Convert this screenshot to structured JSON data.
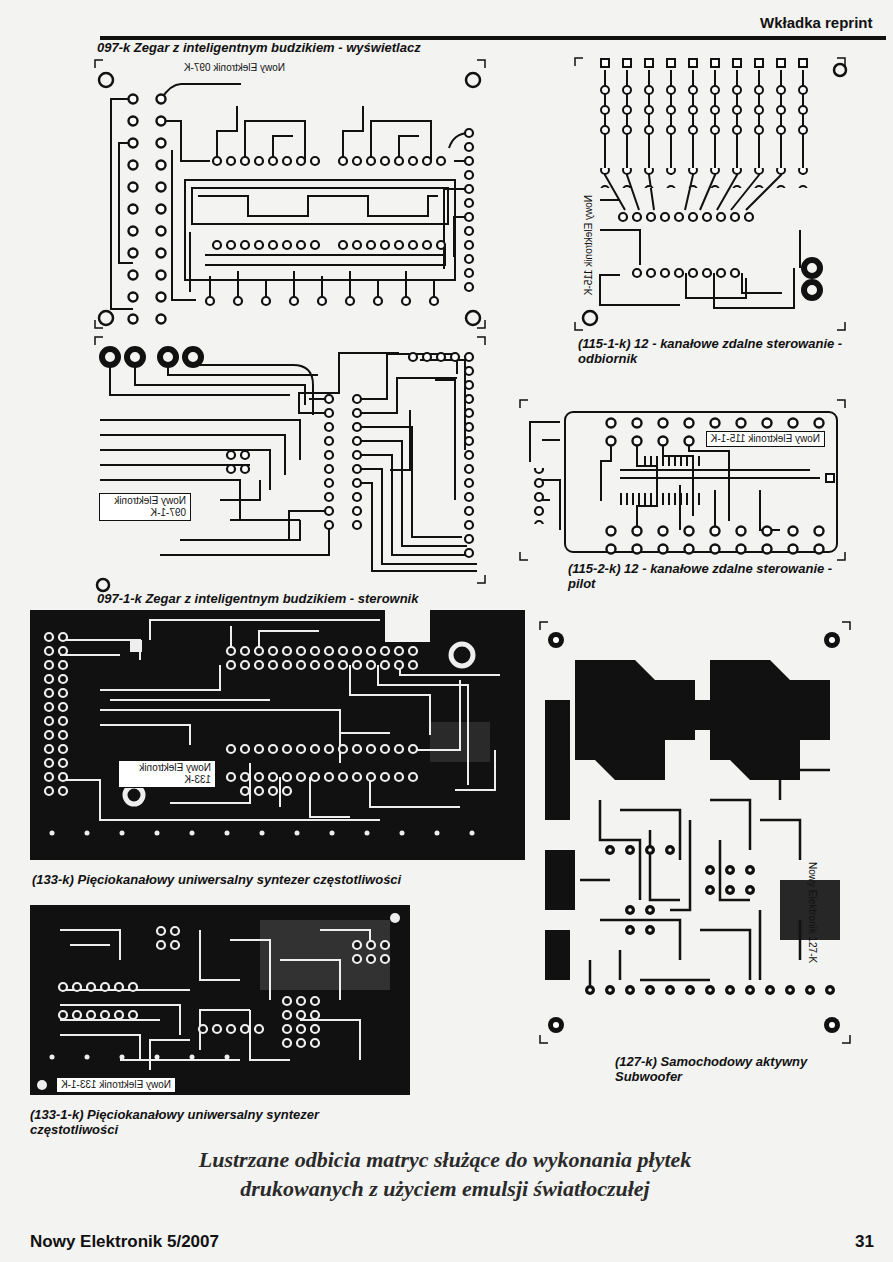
{
  "diagram": {
    "caption": "Lustrzane odbicia matryc służące do wykonania płytek drukowanych z użyciem emulsji światłoczułej",
    "labels": [
      "Wkładka reprint",
      "097-k Zegar z inteligentnym budzikiem - wyświetlacz",
      "Nowy Elektronik 097-K",
      "(115-1-k) 12 - kanałowe zdalne sterowanie - odbiornik",
      "Nowy Elektronik 115-K",
      "Nowy Elektronik 097-1-K",
      "097-1-k Zegar z inteligentnym budzikiem - sterownik",
      "Nowy Elektronik 115-1-K",
      "(115-2-k) 12 - kanałowe zdalne sterowanie - pilot",
      "Nowy Elektronik 133-K",
      "(133-k) Pięciokanałowy uniwersalny syntezer częstotliwości",
      "Nowy Elektronik 127-K",
      "(127-k) Samochodowy aktywny Subwoofer",
      "Nowy Elektronik 133-1-K",
      "(133-1-k) Pięciokanałowy uniwersalny syntezer częstotliwości",
      "Nowy Elektronik 5/2007",
      "31"
    ]
  }
}
